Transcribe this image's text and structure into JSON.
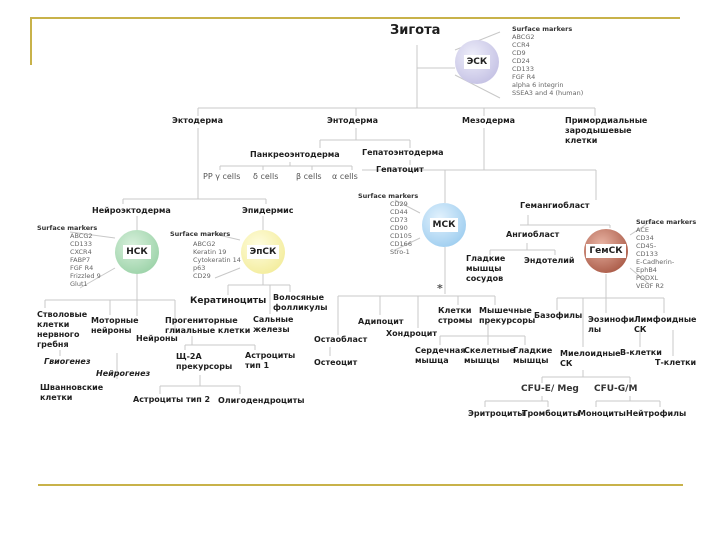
{
  "colors": {
    "frame": "#c8b24a",
    "esc": "#c9c6e6",
    "nsc": "#9fd4ab",
    "epsc": "#f4f0a0",
    "msc": "#a9d3f1",
    "hemsc": "#a9503a"
  },
  "zygote": "Зигота",
  "esc": {
    "label": "ЭСК",
    "markers_title": "Surface markers",
    "markers": [
      "ABCG2",
      "CCR4",
      "CD9",
      "CD24",
      "CD133",
      "FGF R4",
      "alpha 6 integrin",
      "SSEA3 and 4 (human)"
    ]
  },
  "germ": {
    "ecto": "Эктодерма",
    "endo": "Энтодерма",
    "meso": "Мезодерма",
    "primordial": [
      "Примордиальные",
      "зародышевые",
      "клетки"
    ]
  },
  "endo": {
    "pancreo": "Панкреоэнтодерма",
    "hepato": "Гепатоэнтодерма",
    "hepatocyte": "Гепатоцит",
    "pp": "PP γ cells",
    "delta": "δ cells",
    "beta": "β cells",
    "alpha": "α cells"
  },
  "ecto": {
    "neuro": "Нейроэктодерма",
    "epi": "Эпидермис"
  },
  "nsc": {
    "label": "НСК",
    "markers_title": "Surface markers",
    "markers": [
      "ABCG2",
      "CD133",
      "CXCR4",
      "FABP7",
      "FGF R4",
      "Frizzled 9",
      "Glut1"
    ]
  },
  "epsc": {
    "label": "ЭпСК",
    "markers_title": "Surface markers",
    "markers": [
      "ABCG2",
      "Keratin 19",
      "Cytokeratin 14",
      "p63",
      "CD29"
    ]
  },
  "epi_children": {
    "kerat": "Кератиноциты",
    "hair": [
      "Волосяные",
      "фолликулы"
    ],
    "seb": [
      "Сальные",
      "железы"
    ]
  },
  "neuro_children": {
    "crest": [
      "Стволовые",
      "клетки",
      "нервного",
      "гребня"
    ],
    "motor": [
      "Моторные",
      "нейроны"
    ],
    "neurons": "Нейроны",
    "glial": [
      "Прогениторные",
      "глиальные клетки"
    ],
    "gliogenesis": "Гвиогенез",
    "neurogenesis": "Нейрогенез",
    "schwann": [
      "Шванновские",
      "клетки"
    ],
    "o2a": [
      "Щ-2А",
      "прекурсоры"
    ],
    "astro1": [
      "Астроциты",
      "тип 1"
    ],
    "astro2": "Астроциты тип 2",
    "oligo": "Олигодендроциты"
  },
  "msc": {
    "label": "МСК",
    "markers_title": "Surface markers",
    "markers": [
      "CD29",
      "CD44",
      "CD73",
      "CD90",
      "CD105",
      "CD166",
      "Stro-1"
    ],
    "asterisk": "*"
  },
  "meso": {
    "hemangio": "Гемангиобласт",
    "angio": "Ангиобласт",
    "smooth_vessel": [
      "Гладкие",
      "мышцы",
      "сосудов"
    ],
    "endothel": "Эндотелий"
  },
  "hemsc": {
    "label": "ГемСК",
    "markers_title": "Surface markers",
    "markers": [
      "ACE",
      "CD34",
      "CD45-",
      "CD133",
      "E-Cadherin-",
      "EphB4",
      "PODXL",
      "VEGF R2"
    ]
  },
  "msc_children": {
    "osteoblast": "Остаобласт",
    "osteocyte": "Остеоцит",
    "adipo": "Адипоцит",
    "chondro": "Хондроцит",
    "stroma": [
      "Клетки",
      "стромы"
    ],
    "muscle_prec": [
      "Мышечные",
      "прекурсоры"
    ],
    "cardiac": [
      "Сердечная",
      "мышца"
    ],
    "skeletal": [
      "Скелетные",
      "мышцы"
    ],
    "smooth": [
      "Гладкие",
      "мышцы"
    ]
  },
  "hem_children": {
    "baso": "Базофилы",
    "eosino": [
      "Эозинофи",
      "лы"
    ],
    "lymph": [
      "Лимфоидные",
      "СК"
    ],
    "myeloid": [
      "Миелоидные",
      "СК"
    ],
    "bcell": "В-клетки",
    "tcell": "Т-клетки",
    "cfu_e": "CFU-E/ Meg",
    "cfu_g": "CFU-G/M",
    "ery": "Эритроциты",
    "thrombo": "Тромбоциты",
    "mono": "Моноциты",
    "neutro": "Нейтрофилы"
  }
}
